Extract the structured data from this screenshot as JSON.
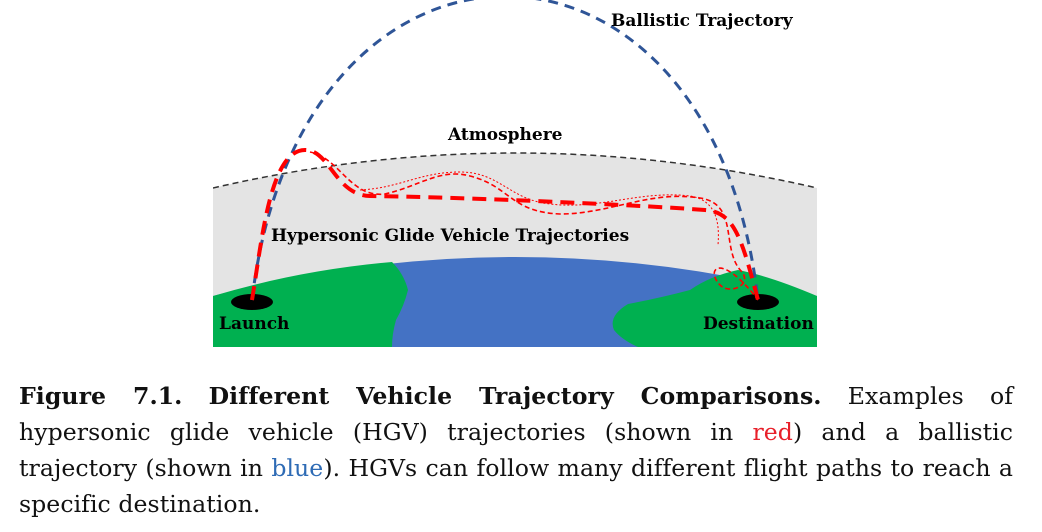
{
  "figure": {
    "labels": {
      "ballistic": "Ballistic Trajectory",
      "atmosphere": "Atmosphere",
      "hgv": "Hypersonic Glide Vehicle Trajectories",
      "launch": "Launch",
      "destination": "Destination"
    },
    "colors": {
      "ocean": "#4472c4",
      "land": "#00b050",
      "atmosphere": "#e4e4e4",
      "ballistic": "#2f5597",
      "hgv": "#ff0000"
    }
  },
  "caption": {
    "label": "Figure 7.1.",
    "title": "Different Vehicle Trajectory Comparisons.",
    "t1": " Examples of hypersonic glide vehicle (HGV) trajectories (shown in ",
    "red_word": "red",
    "t2": ") and a ballistic trajectory (shown in ",
    "blue_word": "blue",
    "t3": "). HGVs can follow many different flight paths to reach a specific destination."
  }
}
